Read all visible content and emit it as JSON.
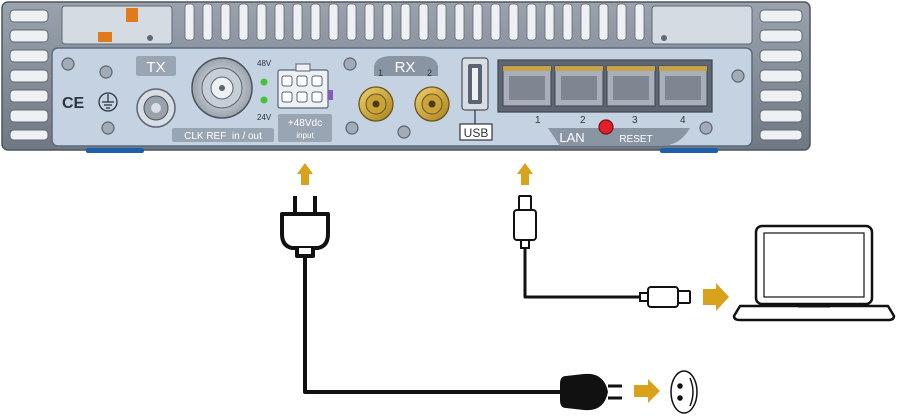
{
  "panel": {
    "tx_label": "TX",
    "rx_label": "RX",
    "rx_port_1": "1",
    "rx_port_2": "2",
    "clk_label": "CLK REF  in / out",
    "led_top_label": "48V",
    "led_bottom_label": "24V",
    "power_label": "+48Vdc",
    "power_sub_label": "input",
    "usb_label": "USB",
    "lan_label": "LAN",
    "reset_label": "RESET",
    "lan_ports": [
      "1",
      "2",
      "3",
      "4"
    ],
    "ce_mark": "CE"
  },
  "colors": {
    "panel_fill": "#c4d2e2",
    "chassis": "#7d8793",
    "arrow": "#d9a21b",
    "reset_button": "#e3202a",
    "led": "#46c23a",
    "cable": "#111111"
  },
  "icons": [
    "power-plug-icon",
    "usb-plug-icon",
    "laptop-icon",
    "wall-socket-icon",
    "ground-icon",
    "ce-mark-icon"
  ]
}
